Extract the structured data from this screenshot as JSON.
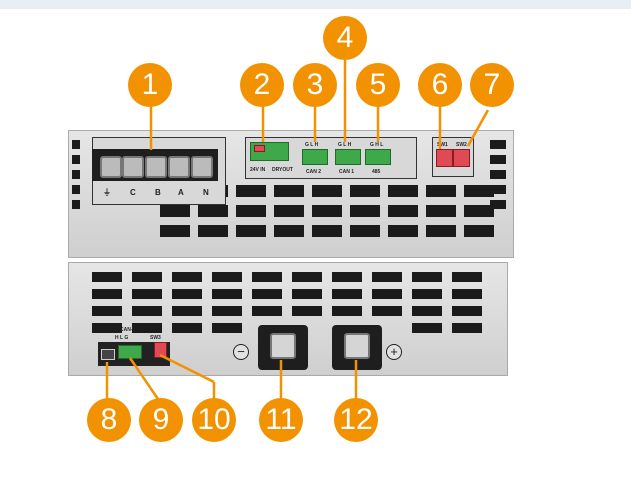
{
  "callouts": [
    "1",
    "2",
    "3",
    "4",
    "5",
    "6",
    "7",
    "8",
    "9",
    "10",
    "11",
    "12"
  ],
  "ac_terminal": {
    "labels": [
      "⏚",
      "C",
      "B",
      "A",
      "N"
    ]
  },
  "connectors": {
    "dry": {
      "in": "24V IN",
      "out": "DRYOUT"
    },
    "can2": {
      "pins": "G L H",
      "name": "CAN 2"
    },
    "can1": {
      "pins": "G L H",
      "name": "CAN 1"
    },
    "rs485": {
      "pins": "G H L",
      "name": "485"
    },
    "sw1": "SW1",
    "sw2": "SW2",
    "can3": {
      "name": "CAN-3",
      "pins": "H L G"
    },
    "sw3": "SW3"
  },
  "dc": {
    "neg": "−",
    "pos": "+"
  },
  "colors": {
    "callout": "#f39200"
  }
}
